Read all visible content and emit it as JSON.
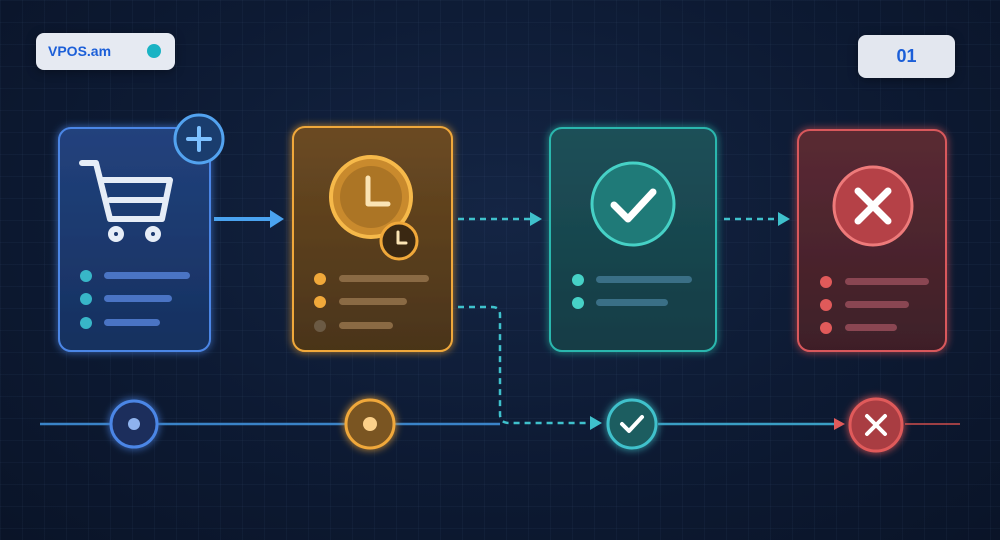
{
  "brand": {
    "label": "VPOS.am",
    "accent_color": "#1c5fd8",
    "dot_color": "#1ab3c4"
  },
  "step_badge": {
    "label": "01"
  },
  "stages": [
    {
      "id": "cart",
      "icon": "shopping-cart-icon",
      "badge_icon": "plus-icon",
      "color": "#3b82f6",
      "list_lines": 3
    },
    {
      "id": "pending",
      "icon": "clock-icon",
      "badge_icon": "small-clock-icon",
      "color": "#f0a83a",
      "list_lines": 3
    },
    {
      "id": "approved",
      "icon": "checkmark-icon",
      "color": "#2bb7ae",
      "list_lines": 2
    },
    {
      "id": "declined",
      "icon": "x-mark-icon",
      "color": "#e05a5a",
      "list_lines": 3
    }
  ],
  "timeline_nodes": [
    {
      "icon": "dot-icon",
      "color": "#3b82f6"
    },
    {
      "icon": "dot-icon",
      "color": "#f0a83a"
    },
    {
      "icon": "checkmark-icon",
      "color": "#2bb7ae"
    },
    {
      "icon": "x-mark-icon",
      "color": "#e05a5a"
    }
  ]
}
